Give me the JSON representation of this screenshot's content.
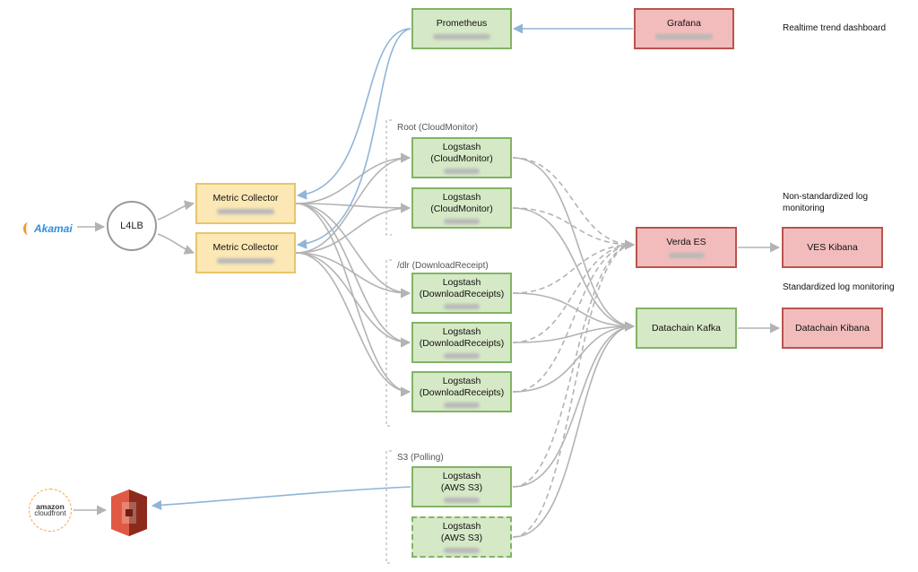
{
  "sources": {
    "akamai": {
      "label": "Akamai",
      "icon": "akamai-logo"
    },
    "cloudfront": {
      "label_top": "amazon",
      "label_bottom": "cloudfront",
      "icon": "amazon-cloudfront-logo"
    }
  },
  "l4lb": {
    "label": "L4LB"
  },
  "collectors": [
    {
      "label": "Metric Collector"
    },
    {
      "label": "Metric Collector"
    }
  ],
  "prometheus": {
    "label": "Prometheus"
  },
  "grafana": {
    "label": "Grafana"
  },
  "groups": {
    "root": {
      "label": "Root (CloudMonitor)"
    },
    "dlr": {
      "label": "/dlr (DownloadReceipt)"
    },
    "s3": {
      "label": "S3 (Polling)"
    }
  },
  "logstash": [
    {
      "line1": "Logstash",
      "line2": "(CloudMonitor)"
    },
    {
      "line1": "Logstash",
      "line2": "(CloudMonitor)"
    },
    {
      "line1": "Logstash",
      "line2": "(DownloadReceipts)"
    },
    {
      "line1": "Logstash",
      "line2": "(DownloadReceipts)"
    },
    {
      "line1": "Logstash",
      "line2": "(DownloadReceipts)"
    },
    {
      "line1": "Logstash",
      "line2": "(AWS S3)"
    },
    {
      "line1": "Logstash",
      "line2": "(AWS S3)"
    }
  ],
  "verda_es": {
    "label": "Verda ES"
  },
  "datachain_kafka": {
    "label": "Datachain Kafka"
  },
  "ves_kibana": {
    "label": "VES Kibana"
  },
  "datachain_kibana": {
    "label": "Datachain Kibana"
  },
  "s3_bucket": {
    "icon": "aws-s3-bucket-icon"
  },
  "notes": {
    "realtime": "Realtime trend dashboard",
    "nonstd_line1": "Non-standardized log",
    "nonstd_line2": "monitoring",
    "std": "Standardized log monitoring"
  },
  "colors": {
    "edge_gray": "#b3b3b3",
    "edge_blue": "#8fb5d8",
    "green_fill": "#d6e9c6",
    "green_border": "#82b366",
    "yellow_fill": "#fbe8b4",
    "red_fill": "#f2bcbc",
    "red_border": "#b85450"
  }
}
